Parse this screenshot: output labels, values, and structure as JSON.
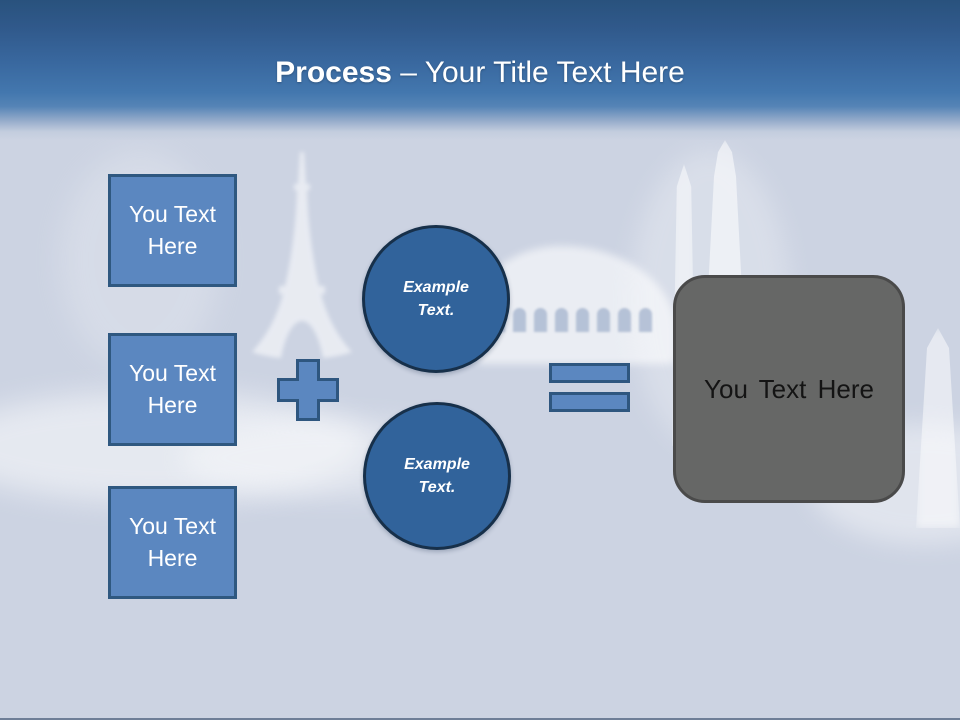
{
  "title": {
    "bold": "Process",
    "rest": "– Your Title Text Here"
  },
  "left_boxes": [
    {
      "label": "You Text Here"
    },
    {
      "label": "You Text Here"
    },
    {
      "label": "You Text Here"
    }
  ],
  "circles": [
    {
      "label": "Example Text."
    },
    {
      "label": "Example Text."
    }
  ],
  "result_box": {
    "label": "You Text Here"
  },
  "operators": {
    "plus": "plus",
    "equals": "equals"
  },
  "background": {
    "landmarks": [
      "eiffel-tower",
      "colosseum",
      "clock-towers",
      "clouds"
    ]
  },
  "colors": {
    "header_top": "#29527d",
    "header_mid": "#4377ae",
    "slide_background": "#ccd3e2",
    "shape_fill": "#5b87c0",
    "shape_border": "#2f5880",
    "circle_fill": "#31639b",
    "circle_border": "#17304a",
    "result_fill": "#666766",
    "result_border": "#4a4a4a",
    "title_text": "#ffffff"
  }
}
